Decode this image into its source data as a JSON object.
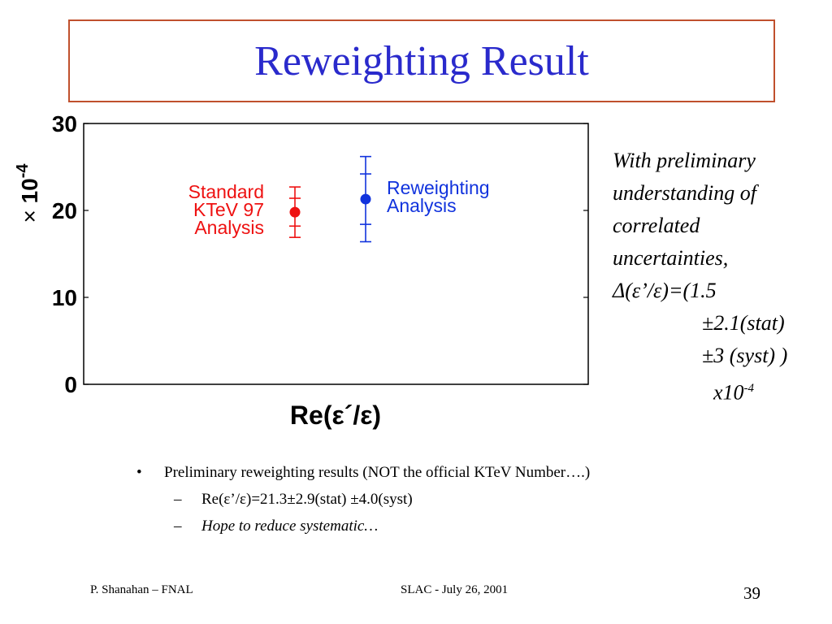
{
  "slide": {
    "title": "Reweighting Result",
    "side_note": {
      "line1": "With preliminary",
      "line2": "understanding of",
      "line3": "correlated",
      "line4": "uncertainties,",
      "line5": "Δ(ε’/ε)=(1.5",
      "line6": "±2.1(stat)",
      "line7": "±3 (syst) )",
      "line8_base": "x10",
      "line8_exp": "-4"
    },
    "bullets": {
      "main": "Preliminary reweighting results (NOT the official KTeV Number….)",
      "sub1": "Re(ε’/ε)=21.3±2.9(stat) ±4.0(syst)",
      "sub2": "Hope to reduce systematic…",
      "bullet_symbol": "•",
      "dash_symbol": "–"
    },
    "footer": {
      "left": "P. Shanahan – FNAL",
      "center": "SLAC  -  July 26, 2001",
      "page": "39"
    }
  },
  "chart_data": {
    "type": "scatter",
    "ylim": [
      0,
      30
    ],
    "yticks": [
      0,
      10,
      20,
      30
    ],
    "xlabel": "Re(ε´/ε)",
    "ylabel_prefix": "×",
    "ylabel_base": "10",
    "ylabel_exp": "-4",
    "grid": false,
    "points": [
      {
        "label_lines": [
          "Standard",
          "KTeV 97",
          "Analysis"
        ],
        "value": 19.8,
        "stat_err": 1.6,
        "total_err": 2.9,
        "color": "#ee1111",
        "label_side": "left"
      },
      {
        "label_lines": [
          "Reweighting",
          "Analysis"
        ],
        "value": 21.3,
        "stat_err": 2.9,
        "total_err": 4.9,
        "color": "#1133dd",
        "label_side": "right"
      }
    ]
  }
}
